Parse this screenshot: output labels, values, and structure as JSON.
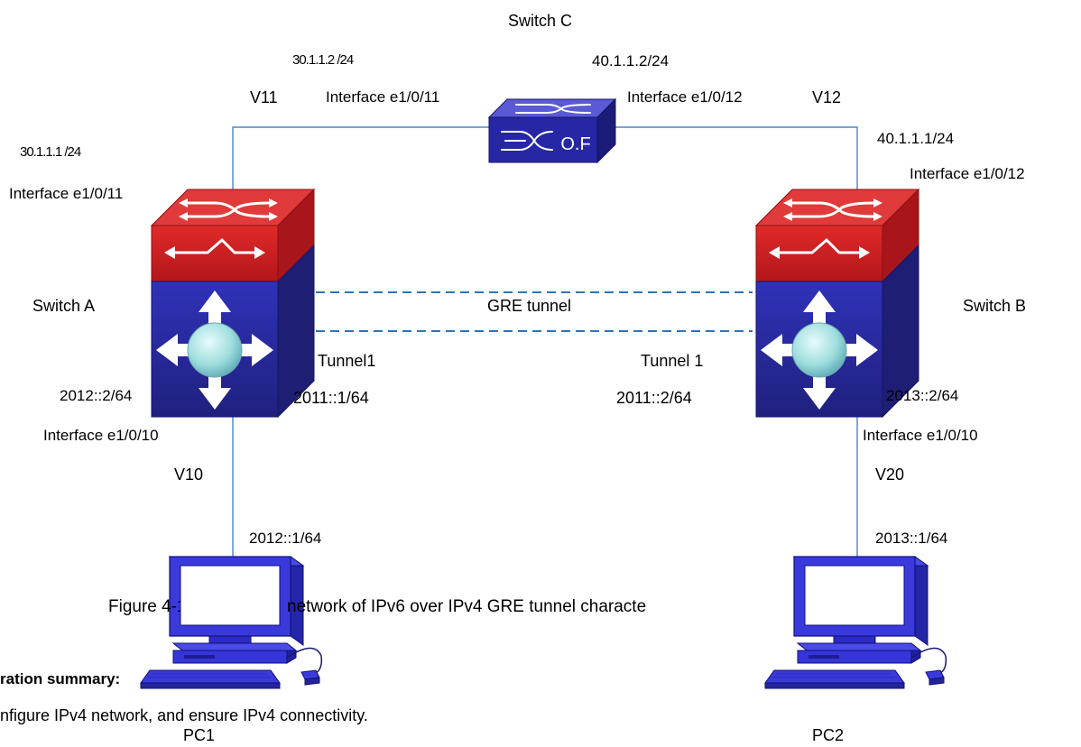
{
  "labels": {
    "switch_c": "Switch C",
    "ip_sc_left": "30.1.1.2   /24",
    "ip_sc_right": "40.1.1.2/24",
    "vlan_v11": "V11",
    "if_sc_left": "Interface e1/0/11",
    "if_sc_right": "Interface e1/0/12",
    "vlan_v12": "V12",
    "ip_sa_up": "30.1.1.1   /24",
    "if_sa_up": "Interface e1/0/11",
    "ip_sb_up": "40.1.1.1/24",
    "if_sb_up": "Interface e1/0/12",
    "switch_a": "Switch A",
    "switch_b": "Switch B",
    "gre_tunnel": "GRE tunnel",
    "tunnel_a": "Tunnel1",
    "tunnel_b": "Tunnel 1",
    "ip_sa_down": "2012::2/64",
    "ip_tunnel_a": "2011::1/64",
    "ip_tunnel_b": "2011::2/64",
    "ip_sb_down": "2013::2/64",
    "if_sa_down": "Interface e1/0/10",
    "if_sb_down": "Interface e1/0/10",
    "vlan_v10": "V10",
    "vlan_v20": "V20",
    "ip_pc1": "2012::1/64",
    "ip_pc2": "2013::1/64",
    "pc1": "PC1",
    "pc2": "PC2",
    "switch_c_logo": "O.F"
  },
  "caption": {
    "left": "Figure 4-15 th",
    "middle": "network of IPv6 over IPv4 GRE tunnel characte"
  },
  "summary": {
    "title": "ration summary:",
    "line1": "nfigure IPv4 network, and ensure IPv4 connectivity."
  },
  "colors": {
    "link": "#4a86c5",
    "tunnel": "#2e75b6",
    "switch_red": "#d42127",
    "switch_blue": "#2b2ba3",
    "pc_blue": "#3535d8"
  }
}
